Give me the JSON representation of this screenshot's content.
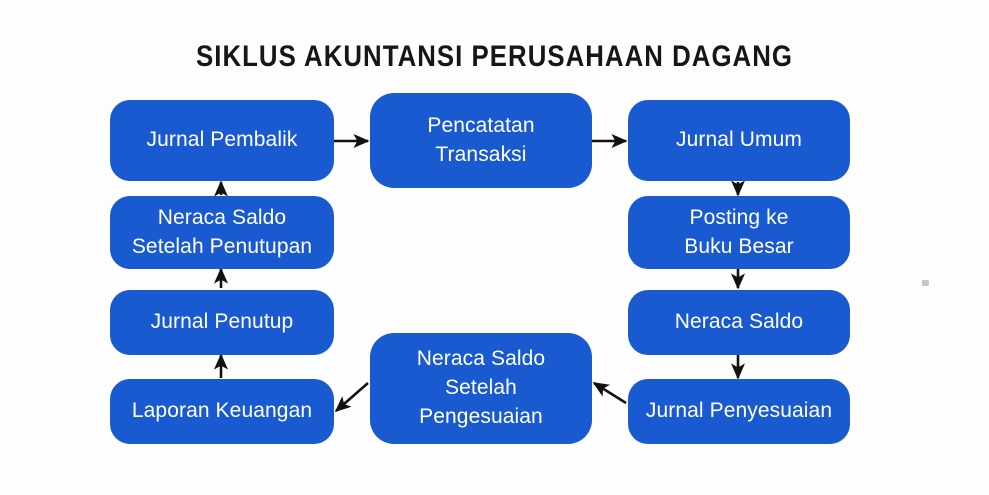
{
  "title": "SIKLUS AKUNTANSI PERUSAHAAN DAGANG",
  "colors": {
    "node_fill": "#1a5ad0",
    "node_text": "#ffffff",
    "title_text": "#161616",
    "arrow": "#111111",
    "background": "#fdfdfd"
  },
  "nodes": [
    {
      "id": "jurnal-pembalik",
      "label": "Jurnal Pembalik"
    },
    {
      "id": "pencatatan-transaksi",
      "label": "Pencatatan\nTransaksi"
    },
    {
      "id": "jurnal-umum",
      "label": "Jurnal Umum"
    },
    {
      "id": "posting-ke-buku-besar",
      "label": "Posting ke\nBuku Besar"
    },
    {
      "id": "neraca-saldo",
      "label": "Neraca Saldo"
    },
    {
      "id": "jurnal-penyesuaian",
      "label": "Jurnal Penyesuaian"
    },
    {
      "id": "neraca-saldo-setelah-pengesuaian",
      "label": "Neraca Saldo\nSetelah\nPengesuaian"
    },
    {
      "id": "laporan-keuangan",
      "label": "Laporan Keuangan"
    },
    {
      "id": "jurnal-penutup",
      "label": "Jurnal Penutup"
    },
    {
      "id": "neraca-saldo-setelah-penutupan",
      "label": "Neraca Saldo\nSetelah Penutupan"
    }
  ],
  "flow": {
    "edges": [
      {
        "from": "jurnal-pembalik",
        "to": "pencatatan-transaksi",
        "direction": "right"
      },
      {
        "from": "pencatatan-transaksi",
        "to": "jurnal-umum",
        "direction": "right"
      },
      {
        "from": "jurnal-umum",
        "to": "posting-ke-buku-besar",
        "direction": "down"
      },
      {
        "from": "posting-ke-buku-besar",
        "to": "neraca-saldo",
        "direction": "down"
      },
      {
        "from": "neraca-saldo",
        "to": "jurnal-penyesuaian",
        "direction": "down"
      },
      {
        "from": "jurnal-penyesuaian",
        "to": "neraca-saldo-setelah-pengesuaian",
        "direction": "up-left"
      },
      {
        "from": "neraca-saldo-setelah-pengesuaian",
        "to": "laporan-keuangan",
        "direction": "down-left"
      },
      {
        "from": "laporan-keuangan",
        "to": "jurnal-penutup",
        "direction": "up"
      },
      {
        "from": "jurnal-penutup",
        "to": "neraca-saldo-setelah-penutupan",
        "direction": "up"
      },
      {
        "from": "neraca-saldo-setelah-penutupan",
        "to": "jurnal-pembalik",
        "direction": "up"
      }
    ]
  }
}
